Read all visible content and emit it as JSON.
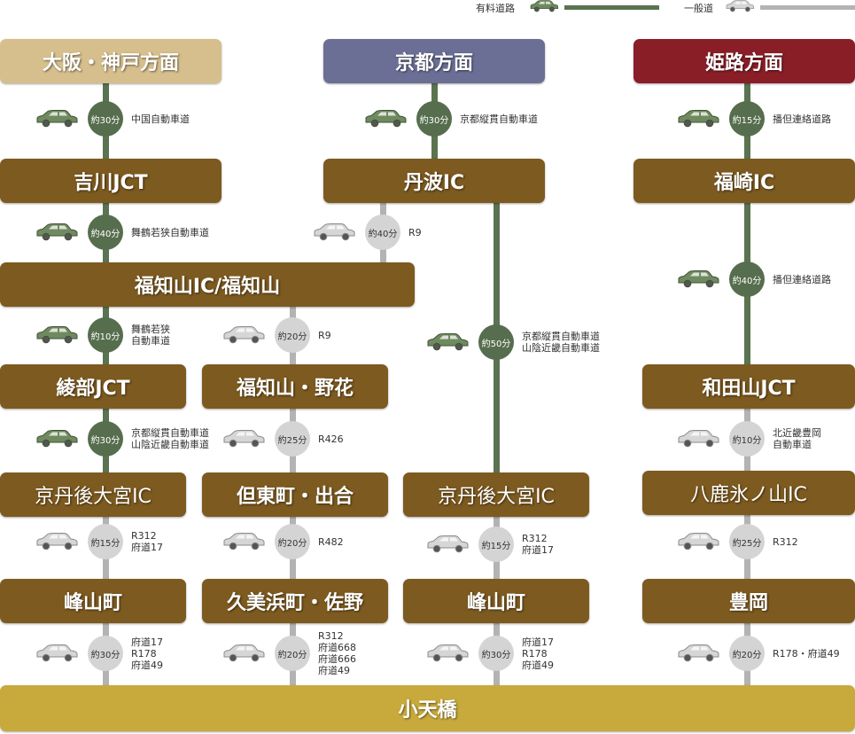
{
  "colors": {
    "toll_line": "#5a7350",
    "general_line": "#b3b3b3",
    "node_brown": "#7d5a1f",
    "header_osaka": "#d6bf8c",
    "header_kyoto": "#6b6f96",
    "header_himeji": "#8a1e26",
    "destination": "#c8aa3c",
    "toll_badge": "#566e4e",
    "general_badge": "#d4d4d4"
  },
  "legend": {
    "toll": "有料道路",
    "general": "一般道",
    "toll_car_icon": "car-icon-green",
    "general_car_icon": "car-icon-gray"
  },
  "nodes": {
    "osaka": "大阪・神戸方面",
    "kyoto": "京都方面",
    "himeji": "姫路方面",
    "yoshikawa": "吉川JCT",
    "tamba": "丹波IC",
    "fukusaki": "福崎IC",
    "fukuchiyama": "福知山IC/福知山",
    "ayabe": "綾部JCT",
    "nobana": "福知山・野花",
    "wadayama": "和田山JCT",
    "omiya1": "京丹後大宮IC",
    "deai": "但東町・出合",
    "omiya2": "京丹後大宮IC",
    "yoka": "八鹿氷ノ山IC",
    "mineyama1": "峰山町",
    "kumihama": "久美浜町・佐野",
    "mineyama2": "峰山町",
    "toyooka": "豊岡",
    "amanohashidate": "小天橋"
  },
  "segments": [
    {
      "time": "約30分",
      "road": "中国自動車道",
      "kind": "toll"
    },
    {
      "time": "約30分",
      "road": "京都縦貫自動車道",
      "kind": "toll"
    },
    {
      "time": "約15分",
      "road": "播但連絡道路",
      "kind": "toll"
    },
    {
      "time": "約40分",
      "road": "舞鶴若狭自動車道",
      "kind": "toll"
    },
    {
      "time": "約40分",
      "road": "R9",
      "kind": "general"
    },
    {
      "time": "約40分",
      "road": "播但連絡道路",
      "kind": "toll"
    },
    {
      "time": "約10分",
      "road": "舞鶴若狭\n自動車道",
      "kind": "toll"
    },
    {
      "time": "約20分",
      "road": "R9",
      "kind": "general"
    },
    {
      "time": "約50分",
      "road": "京都縦貫自動車道\n山陰近畿自動車道",
      "kind": "toll"
    },
    {
      "time": "約30分",
      "road": "京都縦貫自動車道\n山陰近畿自動車道",
      "kind": "toll"
    },
    {
      "time": "約25分",
      "road": "R426",
      "kind": "general"
    },
    {
      "time": "約10分",
      "road": "北近畿豊岡\n自動車道",
      "kind": "general"
    },
    {
      "time": "約15分",
      "road": "R312\n府道17",
      "kind": "general"
    },
    {
      "time": "約20分",
      "road": "R482",
      "kind": "general"
    },
    {
      "time": "約15分",
      "road": "R312\n府道17",
      "kind": "general"
    },
    {
      "time": "約25分",
      "road": "R312",
      "kind": "general"
    },
    {
      "time": "約30分",
      "road": "府道17\nR178\n府道49",
      "kind": "general"
    },
    {
      "time": "約20分",
      "road": "R312\n府道668\n府道666\n府道49",
      "kind": "general"
    },
    {
      "time": "約30分",
      "road": "府道17\nR178\n府道49",
      "kind": "general"
    },
    {
      "time": "約20分",
      "road": "R178・府道49",
      "kind": "general"
    }
  ]
}
